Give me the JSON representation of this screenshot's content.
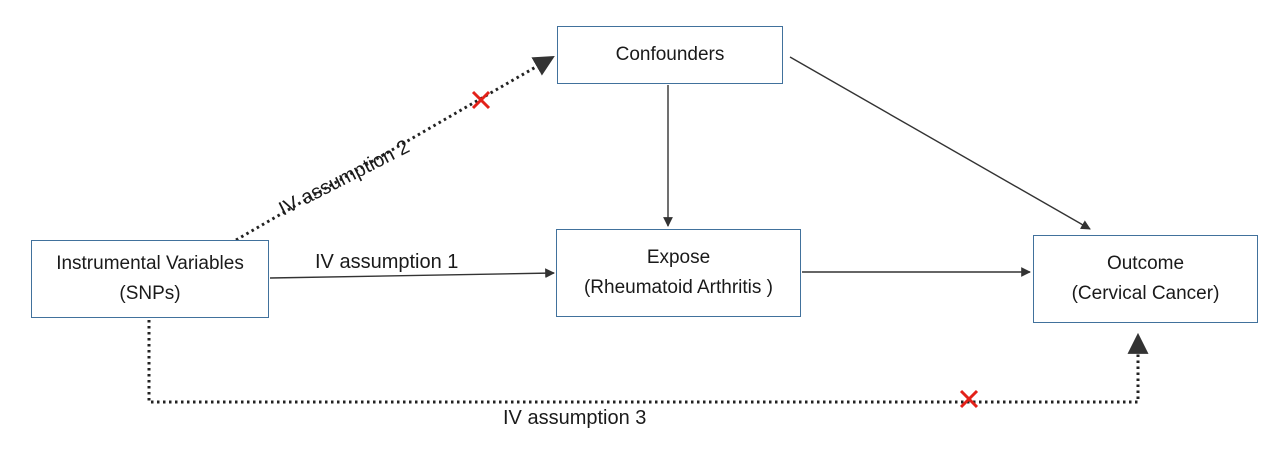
{
  "nodes": {
    "confounders": {
      "line1": "Confounders"
    },
    "iv": {
      "line1": "Instrumental Variables",
      "line2": "(SNPs)"
    },
    "expose": {
      "line1": "Expose",
      "line2": "(Rheumatoid Arthritis )"
    },
    "outcome": {
      "line1": "Outcome",
      "line2": "(Cervical Cancer)"
    }
  },
  "edge_labels": {
    "assumption1": "IV assumption 1",
    "assumption2": "IV assumption 2",
    "assumption3": "IV assumption 3"
  },
  "colors": {
    "box_border": "#41719c",
    "arrow": "#333333",
    "violation_mark": "#e32119"
  },
  "icons": {
    "violation_mark": "cross-mark-icon"
  }
}
